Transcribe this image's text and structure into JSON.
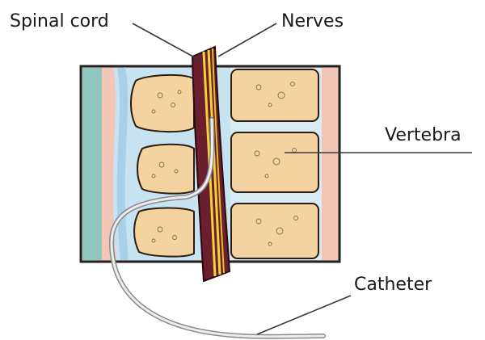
{
  "labels": {
    "spinal_cord": "Spinal cord",
    "nerves": "Nerves",
    "vertebra": "Vertebra",
    "catheter": "Catheter"
  },
  "colors": {
    "skin": "#f3c5b7",
    "teal_layer": "#8fc7bf",
    "fluid": "#c7e3f1",
    "bone": "#f4d3a0",
    "cord": "#6b1f2d",
    "nerve": "#f2d23a",
    "catheter": "#c9c9c9",
    "disc": "#d8ecf6"
  },
  "icons": {
    "catheter_tube": "catheter-tube-icon",
    "spinal_cord": "spinal-cord-icon"
  }
}
